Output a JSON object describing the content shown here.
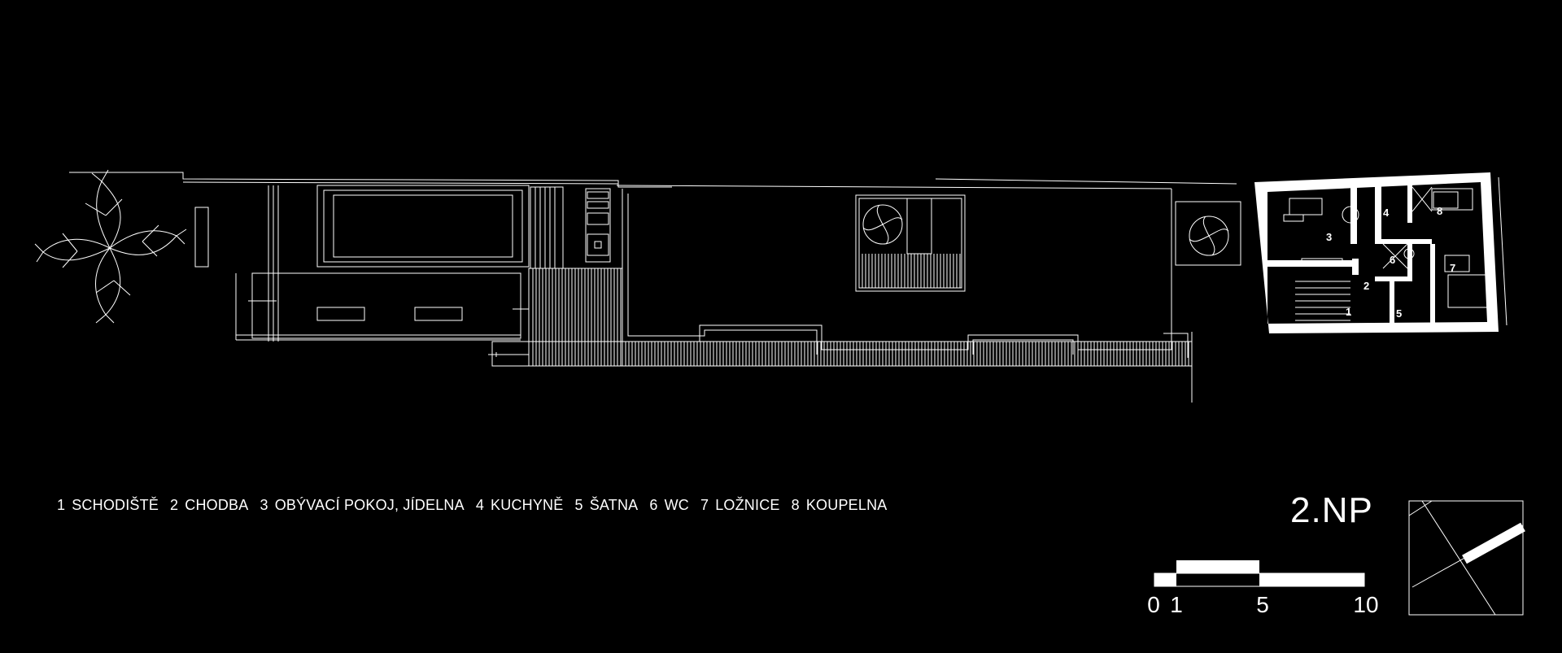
{
  "legend": {
    "items": [
      {
        "num": "1",
        "label": "SCHODIŠTĚ"
      },
      {
        "num": "2",
        "label": "CHODBA"
      },
      {
        "num": "3",
        "label": "OBÝVACÍ POKOJ, JÍDELNA"
      },
      {
        "num": "4",
        "label": "KUCHYNĚ"
      },
      {
        "num": "5",
        "label": "ŠATNA"
      },
      {
        "num": "6",
        "label": "WC"
      },
      {
        "num": "7",
        "label": "LOŽNICE"
      },
      {
        "num": "8",
        "label": "KOUPELNA"
      }
    ]
  },
  "floor_label": "2.NP",
  "scale": {
    "ticks": [
      "0",
      "1",
      "5",
      "10"
    ]
  },
  "rooms": [
    "1",
    "2",
    "3",
    "4",
    "5",
    "6",
    "7",
    "8"
  ],
  "colors": {
    "background": "#000000",
    "lines": "#ffffff"
  }
}
